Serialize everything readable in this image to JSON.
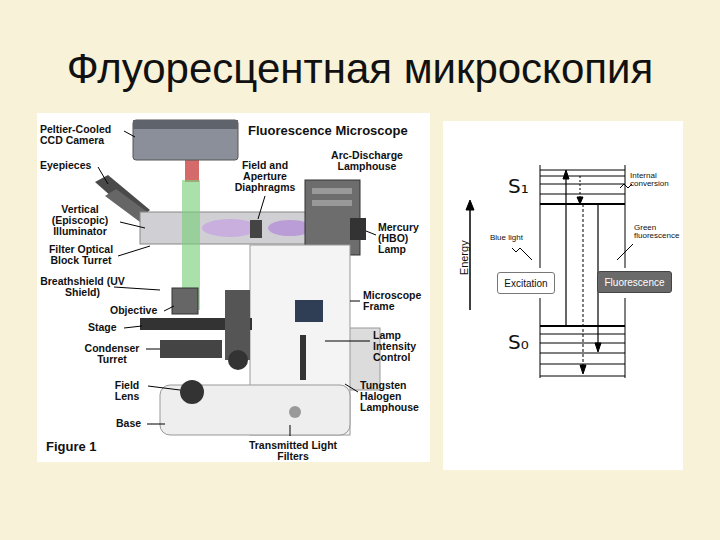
{
  "diagram": {
    "title": "Флуоресцентная микроскопия",
    "nodes": [
      {
        "text": [
          "Excitation"
        ]
      },
      {
        "text": [
          "Fluorescence"
        ]
      }
    ],
    "labels": [
      "Peltier-Cooled CCD Camera",
      "Fluorescence Microscope",
      "Eyepieces",
      "Field and Aperture Diaphragms",
      "Arc-Discharge Lamphouse",
      "Vertical (Episcopic) Illuminator",
      "Filter Optical Block Turret",
      "Mercury (HBO) Lamp",
      "Breathshield (UV Shield)",
      "Objective",
      "Microscope Frame",
      "Stage",
      "Lamp Intensity Control",
      "Condenser Turret",
      "Tungsten Halogen Lamphouse",
      "Field Lens",
      "Base",
      "Transmitted Light Filters",
      "Figure 1",
      "S₁",
      "Internal conversion",
      "Blue light",
      "Green fluorescence",
      "Energy",
      "S₀"
    ]
  }
}
